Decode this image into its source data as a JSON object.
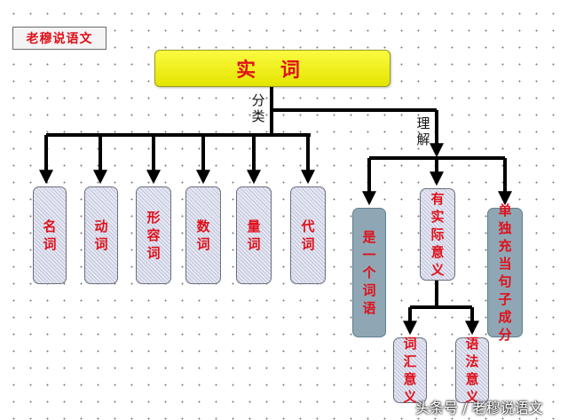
{
  "header": {
    "tag": "老穆说语文"
  },
  "title": "实 词",
  "labels": {
    "classify": "分类",
    "understand": "理解"
  },
  "categories": [
    {
      "id": "noun",
      "text": "名词"
    },
    {
      "id": "verb",
      "text": "动词"
    },
    {
      "id": "adjective",
      "text": "形容词"
    },
    {
      "id": "numeral",
      "text": "数词"
    },
    {
      "id": "measure",
      "text": "量词"
    },
    {
      "id": "pronoun",
      "text": "代词"
    }
  ],
  "understanding": [
    {
      "id": "is-word",
      "text": "是一个词语"
    },
    {
      "id": "real-meaning",
      "text": "有实际意义"
    },
    {
      "id": "component",
      "text": "单独充当句子成分"
    }
  ],
  "meanings": [
    {
      "id": "lexical",
      "text": "词汇意义"
    },
    {
      "id": "grammatical",
      "text": "语法意义"
    }
  ],
  "watermark": "头条号 / 老穆说语文",
  "colors": {
    "accent_text": "#e0101a",
    "title_fill": "#f0f020",
    "teal_box": "#8fa7b5"
  }
}
